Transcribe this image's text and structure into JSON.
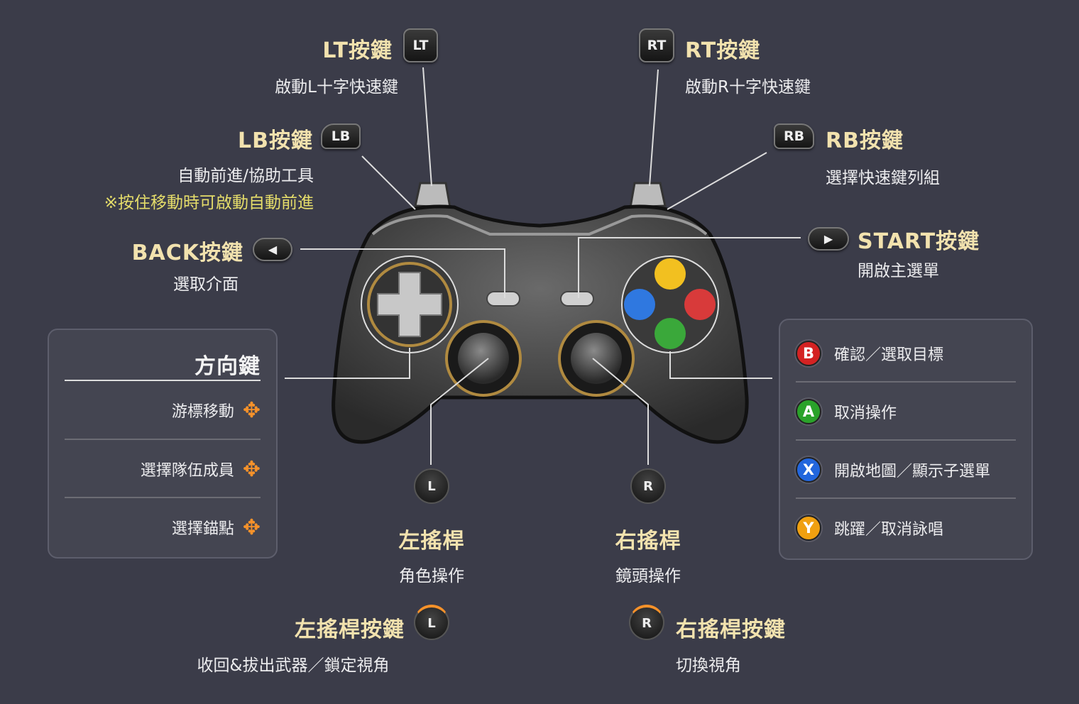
{
  "lt": {
    "title": "LT按鍵",
    "badge": "LT",
    "desc": "啟動L十字快速鍵"
  },
  "rt": {
    "title": "RT按鍵",
    "badge": "RT",
    "desc": "啟動R十字快速鍵"
  },
  "lb": {
    "title": "LB按鍵",
    "badge": "LB",
    "desc": "自動前進/協助工具",
    "note": "※按住移動時可啟動自動前進"
  },
  "rb": {
    "title": "RB按鍵",
    "badge": "RB",
    "desc": "選擇快速鍵列組"
  },
  "back": {
    "title": "BACK按鍵",
    "badge": "◀",
    "desc": "選取介面"
  },
  "start": {
    "title": "START按鍵",
    "badge": "▶",
    "desc": "開啟主選單"
  },
  "dpad_panel": {
    "title": "方向鍵",
    "items": [
      {
        "label": "游標移動"
      },
      {
        "label": "選擇隊伍成員"
      },
      {
        "label": "選擇錨點"
      }
    ]
  },
  "face_panel": {
    "items": [
      {
        "key": "B",
        "label": "確認／選取目標",
        "color": "#d42222"
      },
      {
        "key": "A",
        "label": "取消操作",
        "color": "#2aa22a"
      },
      {
        "key": "X",
        "label": "開啟地圖／顯示子選單",
        "color": "#2266dd"
      },
      {
        "key": "Y",
        "label": "跳躍／取消詠唱",
        "color": "#f0a010"
      }
    ]
  },
  "left_stick": {
    "icon": "L",
    "title": "左搖桿",
    "desc": "角色操作"
  },
  "right_stick": {
    "icon": "R",
    "title": "右搖桿",
    "desc": "鏡頭操作"
  },
  "l3": {
    "icon": "L",
    "title": "左搖桿按鍵",
    "desc": "收回&拔出武器／鎖定視角"
  },
  "r3": {
    "icon": "R",
    "title": "右搖桿按鍵",
    "desc": "切換視角"
  }
}
